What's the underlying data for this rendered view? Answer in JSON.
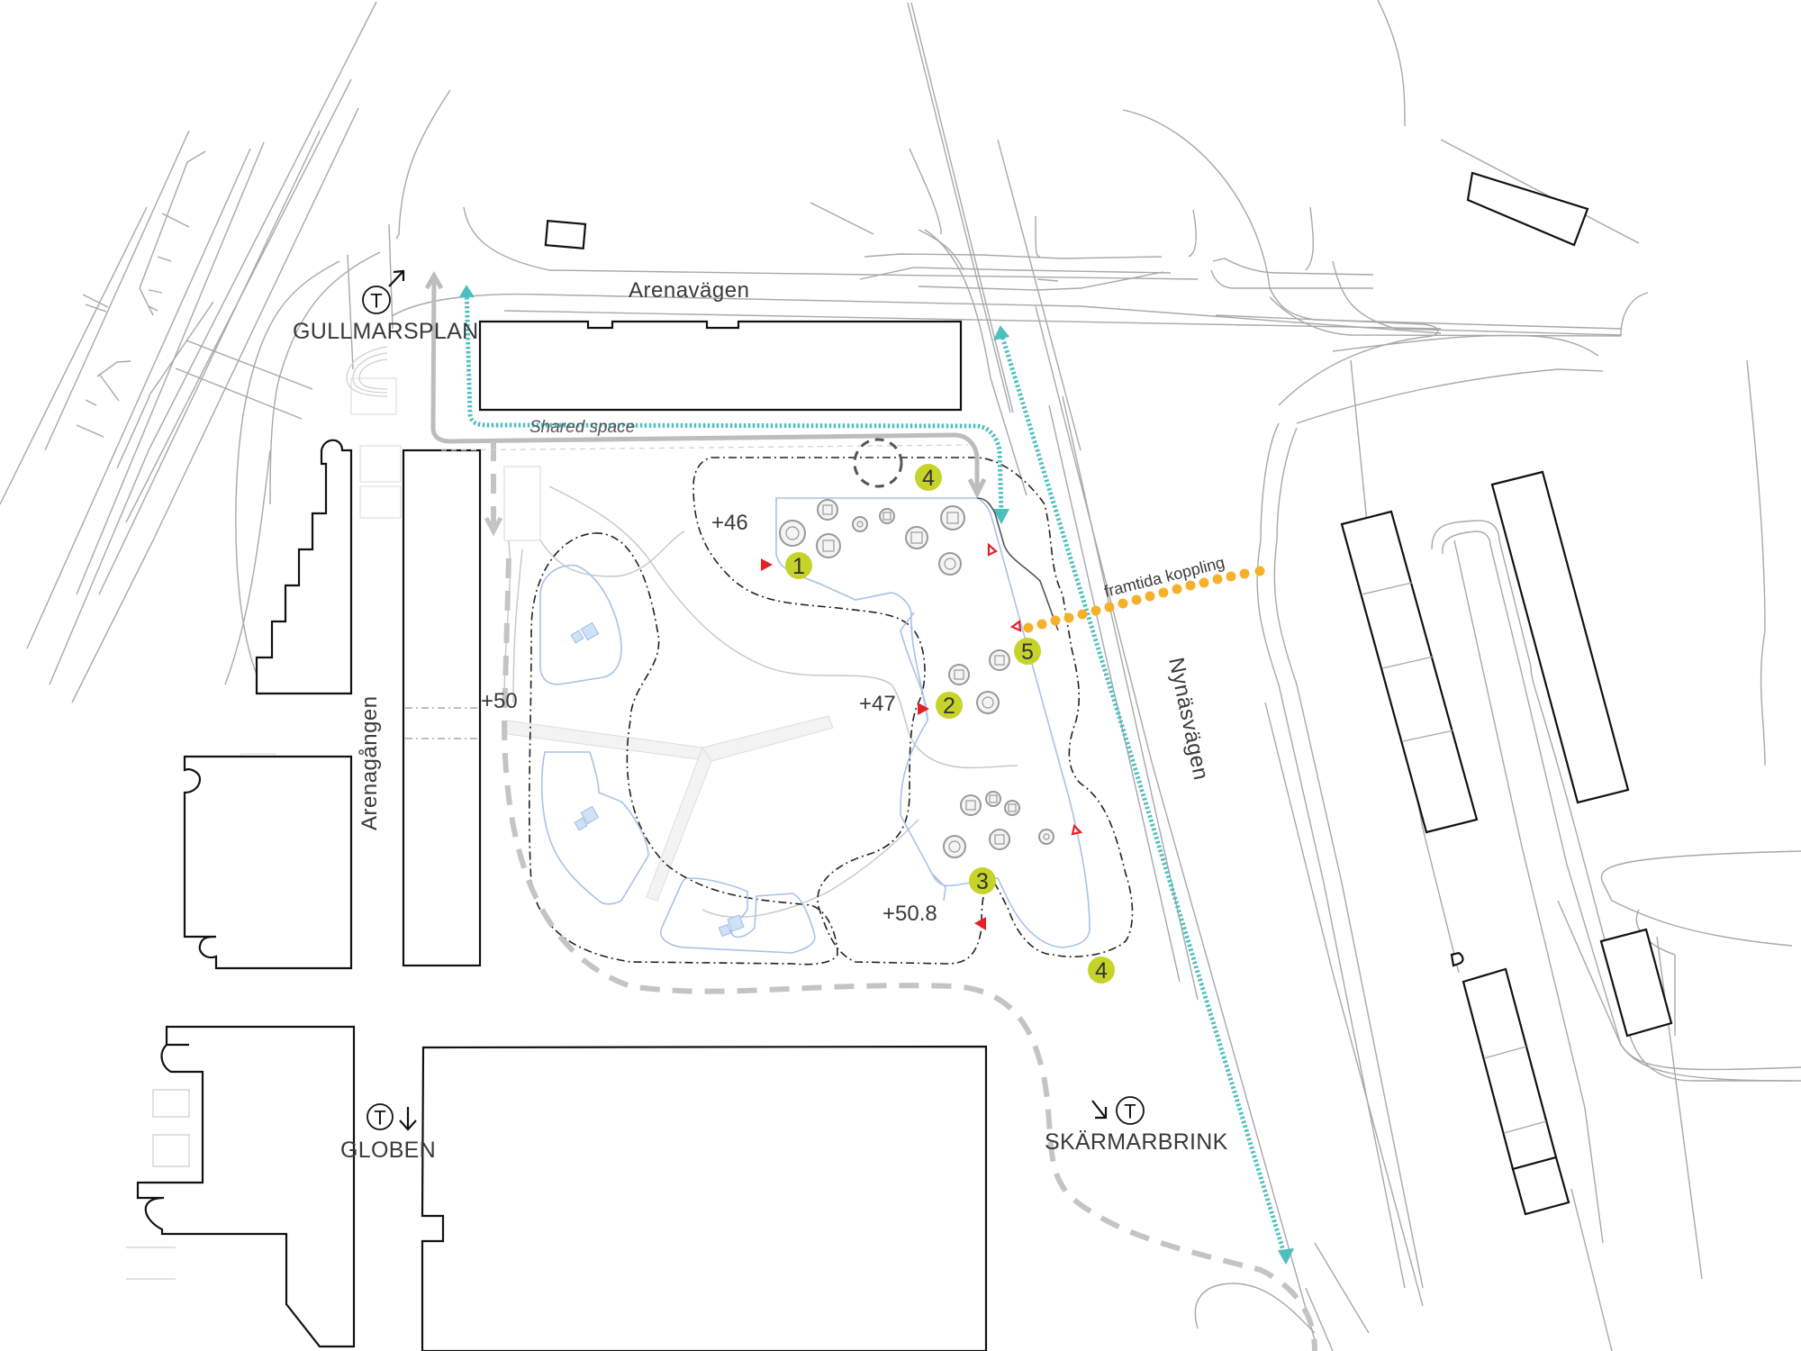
{
  "map": {
    "streets": [
      {
        "id": "arenavagen",
        "label": "Arenavägen"
      },
      {
        "id": "arenagangen",
        "label": "Arenagången"
      },
      {
        "id": "nynasvagen",
        "label": "Nynäsvägen"
      }
    ],
    "stations": [
      {
        "id": "gullmarsplan",
        "label": "GULLMARSPLAN",
        "symbol": "T",
        "arrow": "↗"
      },
      {
        "id": "globen",
        "label": "GLOBEN",
        "symbol": "T",
        "arrow": "↓"
      },
      {
        "id": "skarmarbrink",
        "label": "SKÄRMARBRINK",
        "symbol": "T",
        "arrow": "↘"
      }
    ],
    "annotations": {
      "shared_space": "Shared space",
      "future_link": "framtida koppling"
    },
    "elevations": [
      {
        "id": "e46",
        "label": "+46"
      },
      {
        "id": "e47",
        "label": "+47"
      },
      {
        "id": "e50",
        "label": "+50"
      },
      {
        "id": "e508",
        "label": "+50.8"
      }
    ],
    "markers": [
      {
        "id": "m1",
        "label": "1"
      },
      {
        "id": "m2",
        "label": "2"
      },
      {
        "id": "m3",
        "label": "3"
      },
      {
        "id": "m4a",
        "label": "4"
      },
      {
        "id": "m4b",
        "label": "4"
      },
      {
        "id": "m5",
        "label": "5"
      }
    ],
    "colors": {
      "marker": "#c6d42a",
      "teal_route": "#4dbfbf",
      "future_link": "#f6b12a",
      "entrance": "#e5202a",
      "water": "#a9c1e8",
      "building": "#111111"
    }
  }
}
